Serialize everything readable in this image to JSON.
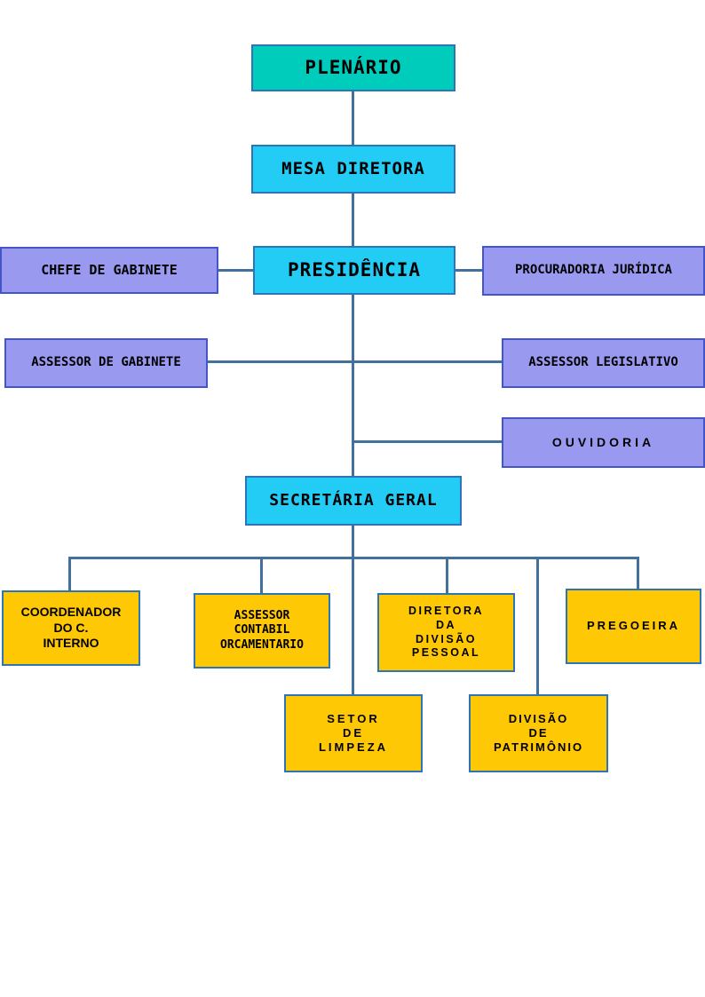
{
  "colors": {
    "teal_fill": "#00ccbb",
    "cyan_fill": "#22ccf5",
    "purple_fill": "#9999f0",
    "gold_fill": "#ffc805",
    "border_blue": "#2e75b6",
    "border_violet": "#4455cc",
    "connector_line": "#41719c",
    "text": "#000000",
    "background": "#ffffff"
  },
  "org_chart": {
    "nodes": {
      "plenario": {
        "label": "PLENÁRIO"
      },
      "mesa_diretora": {
        "label": "MESA DIRETORA"
      },
      "presidencia": {
        "label": "PRESIDÊNCIA"
      },
      "chefe_gabinete": {
        "label": "CHEFE DE GABINETE"
      },
      "procuradoria": {
        "label": "PROCURADORIA JURÍDICA"
      },
      "assessor_gabinete": {
        "label": "ASSESSOR DE GABINETE"
      },
      "assessor_legislativo": {
        "label": "ASSESSOR LEGISLATIVO"
      },
      "ouvidoria": {
        "label": "OUVIDORIA"
      },
      "secretaria_geral": {
        "label": "SECRETÁRIA GERAL"
      },
      "coordenador_interno": {
        "label": "COORDENADOR\nDO C.\nINTERNO"
      },
      "assessor_contabil": {
        "label": "ASSESSOR\nCONTABIL\nORCAMENTARIO"
      },
      "diretora_pessoal": {
        "label": "DIRETORA\nDA\nDIVISÃO\nPESSOAL"
      },
      "pregoeira": {
        "label": "PREGOEIRA"
      },
      "setor_limpeza": {
        "label": "SETOR\nDE\nLIMPEZA"
      },
      "divisao_patrimonio": {
        "label": "DIVISÃO\nDE\nPATRIMÔNIO"
      }
    },
    "edges": [
      [
        "plenario",
        "mesa_diretora"
      ],
      [
        "mesa_diretora",
        "presidencia"
      ],
      [
        "presidencia",
        "chefe_gabinete"
      ],
      [
        "presidencia",
        "procuradoria"
      ],
      [
        "presidencia",
        "assessor_gabinete"
      ],
      [
        "presidencia",
        "assessor_legislativo"
      ],
      [
        "presidencia",
        "ouvidoria"
      ],
      [
        "presidencia",
        "secretaria_geral"
      ],
      [
        "secretaria_geral",
        "coordenador_interno"
      ],
      [
        "secretaria_geral",
        "assessor_contabil"
      ],
      [
        "secretaria_geral",
        "diretora_pessoal"
      ],
      [
        "secretaria_geral",
        "pregoeira"
      ],
      [
        "secretaria_geral",
        "setor_limpeza"
      ],
      [
        "secretaria_geral",
        "divisao_patrimonio"
      ]
    ]
  }
}
